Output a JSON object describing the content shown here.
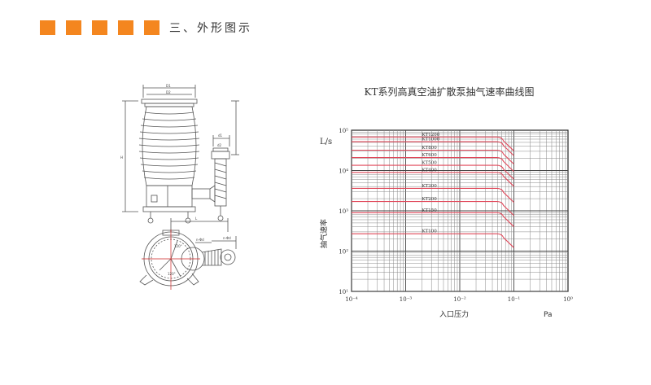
{
  "header": {
    "title": "三、外形图示",
    "accent_color": "#f4861f"
  },
  "drawing": {
    "labels": [
      "D1",
      "D2",
      "H",
      "d1",
      "d2",
      "L",
      "120°",
      "120°",
      "n-Φd",
      "n-Φd"
    ]
  },
  "chart_data": {
    "type": "line",
    "title": "KT系列高真空油扩散泵抽气速率曲线图",
    "xlabel": "入口压力",
    "xunit": "Pa",
    "ylabel": "抽气速率",
    "yunit": "L/s",
    "xscale": "log",
    "yscale": "log",
    "xlim": [
      0.0001,
      1
    ],
    "ylim": [
      10,
      100000
    ],
    "x_ticks": [
      "10⁻⁴",
      "10⁻³",
      "10⁻²",
      "10⁻¹",
      "10⁰"
    ],
    "y_ticks": [
      "10⁵",
      "10⁴",
      "10³",
      "10²",
      "10¹"
    ],
    "grid": true,
    "line_color": "#e0485a",
    "series": [
      {
        "name": "KT1200",
        "flat": 68000,
        "knee": 0.06,
        "end": 0.1
      },
      {
        "name": "KT1000",
        "flat": 52000,
        "knee": 0.06,
        "end": 0.1
      },
      {
        "name": "KT800",
        "flat": 32000,
        "knee": 0.06,
        "end": 0.1
      },
      {
        "name": "KT600",
        "flat": 21000,
        "knee": 0.06,
        "end": 0.1
      },
      {
        "name": "KT500",
        "flat": 13500,
        "knee": 0.06,
        "end": 0.1
      },
      {
        "name": "KT400",
        "flat": 9000,
        "knee": 0.06,
        "end": 0.1
      },
      {
        "name": "KT300",
        "flat": 3600,
        "knee": 0.06,
        "end": 0.1
      },
      {
        "name": "KT200",
        "flat": 1700,
        "knee": 0.06,
        "end": 0.1
      },
      {
        "name": "KT150",
        "flat": 900,
        "knee": 0.06,
        "end": 0.1
      },
      {
        "name": "KT100",
        "flat": 270,
        "knee": 0.06,
        "end": 0.1
      }
    ]
  }
}
